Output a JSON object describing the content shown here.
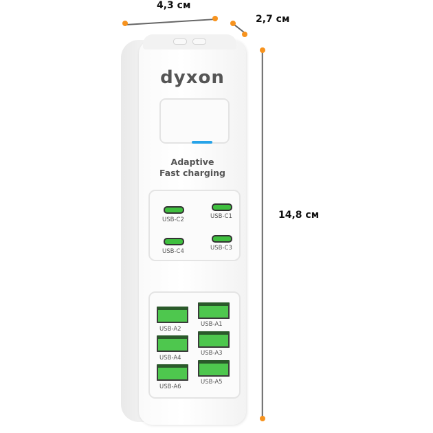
{
  "dimensions": {
    "width": "4,3 см",
    "depth": "2,7 см",
    "height": "14,8 см",
    "marker_color": "#f7931e"
  },
  "device": {
    "brand": "dyxon",
    "tagline_line1": "Adaptive",
    "tagline_line2": "Fast charging",
    "led_color": "#27a3e8",
    "port_color": "#4ec74e",
    "usb_c_ports": [
      "USB-C2",
      "USB-C1",
      "USB-C4",
      "USB-C3"
    ],
    "usb_a_ports": [
      "USB-A2",
      "USB-A1",
      "USB-A4",
      "USB-A3",
      "USB-A6",
      "USB-A5"
    ]
  }
}
